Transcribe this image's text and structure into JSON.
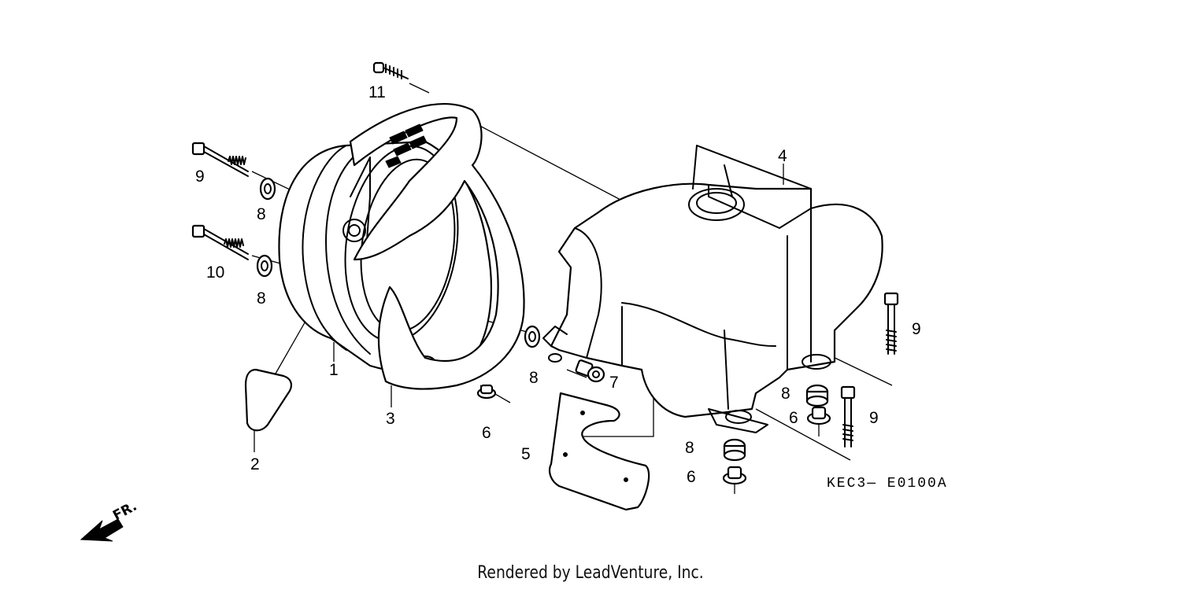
{
  "diagram": {
    "code": "KEC3— E0100A",
    "footer": "Rendered by LeadVenture, Inc.",
    "direction_label": "FR.",
    "callouts": {
      "p11": "11",
      "p9a": "9",
      "p8a": "8",
      "p10": "10",
      "p8b": "8",
      "p1": "1",
      "p2": "2",
      "p3": "3",
      "p6a": "6",
      "p8c": "8",
      "p7": "7",
      "p4": "4",
      "p9b": "9",
      "p8d": "8",
      "p6b": "6",
      "p9c": "9",
      "p5": "5",
      "p8e": "8",
      "p6c": "6"
    }
  }
}
